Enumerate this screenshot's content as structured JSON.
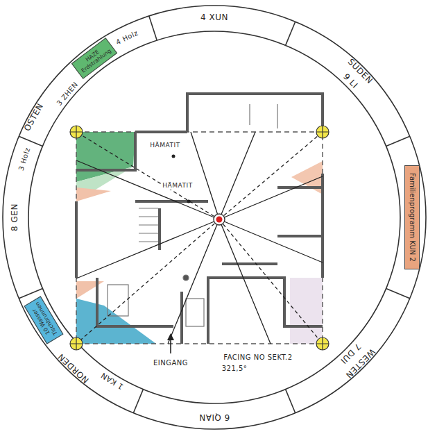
{
  "diagram": {
    "nodes": [
      {
        "text": [
          "HAZE",
          "Erdstrahlung"
        ]
      },
      {
        "text": [
          "Familienprogramm KUN 2"
        ]
      },
      {
        "text": [
          "10 Wasser",
          "Tischbrunnen"
        ]
      }
    ],
    "labels": [
      "4 XUN",
      "SÜDEN",
      "9 LI",
      "WESTEN",
      "7 DUI",
      "6 QIAN",
      "NORDEN",
      "1 KAN",
      "8 GEN",
      "3 Holz",
      "OSTEN",
      "3 ZHEN",
      "4 Holz",
      "HÄMATIT",
      "HÄMATIT",
      "EINGANG",
      "FACING NO SEKT.2",
      "321,5°"
    ]
  }
}
